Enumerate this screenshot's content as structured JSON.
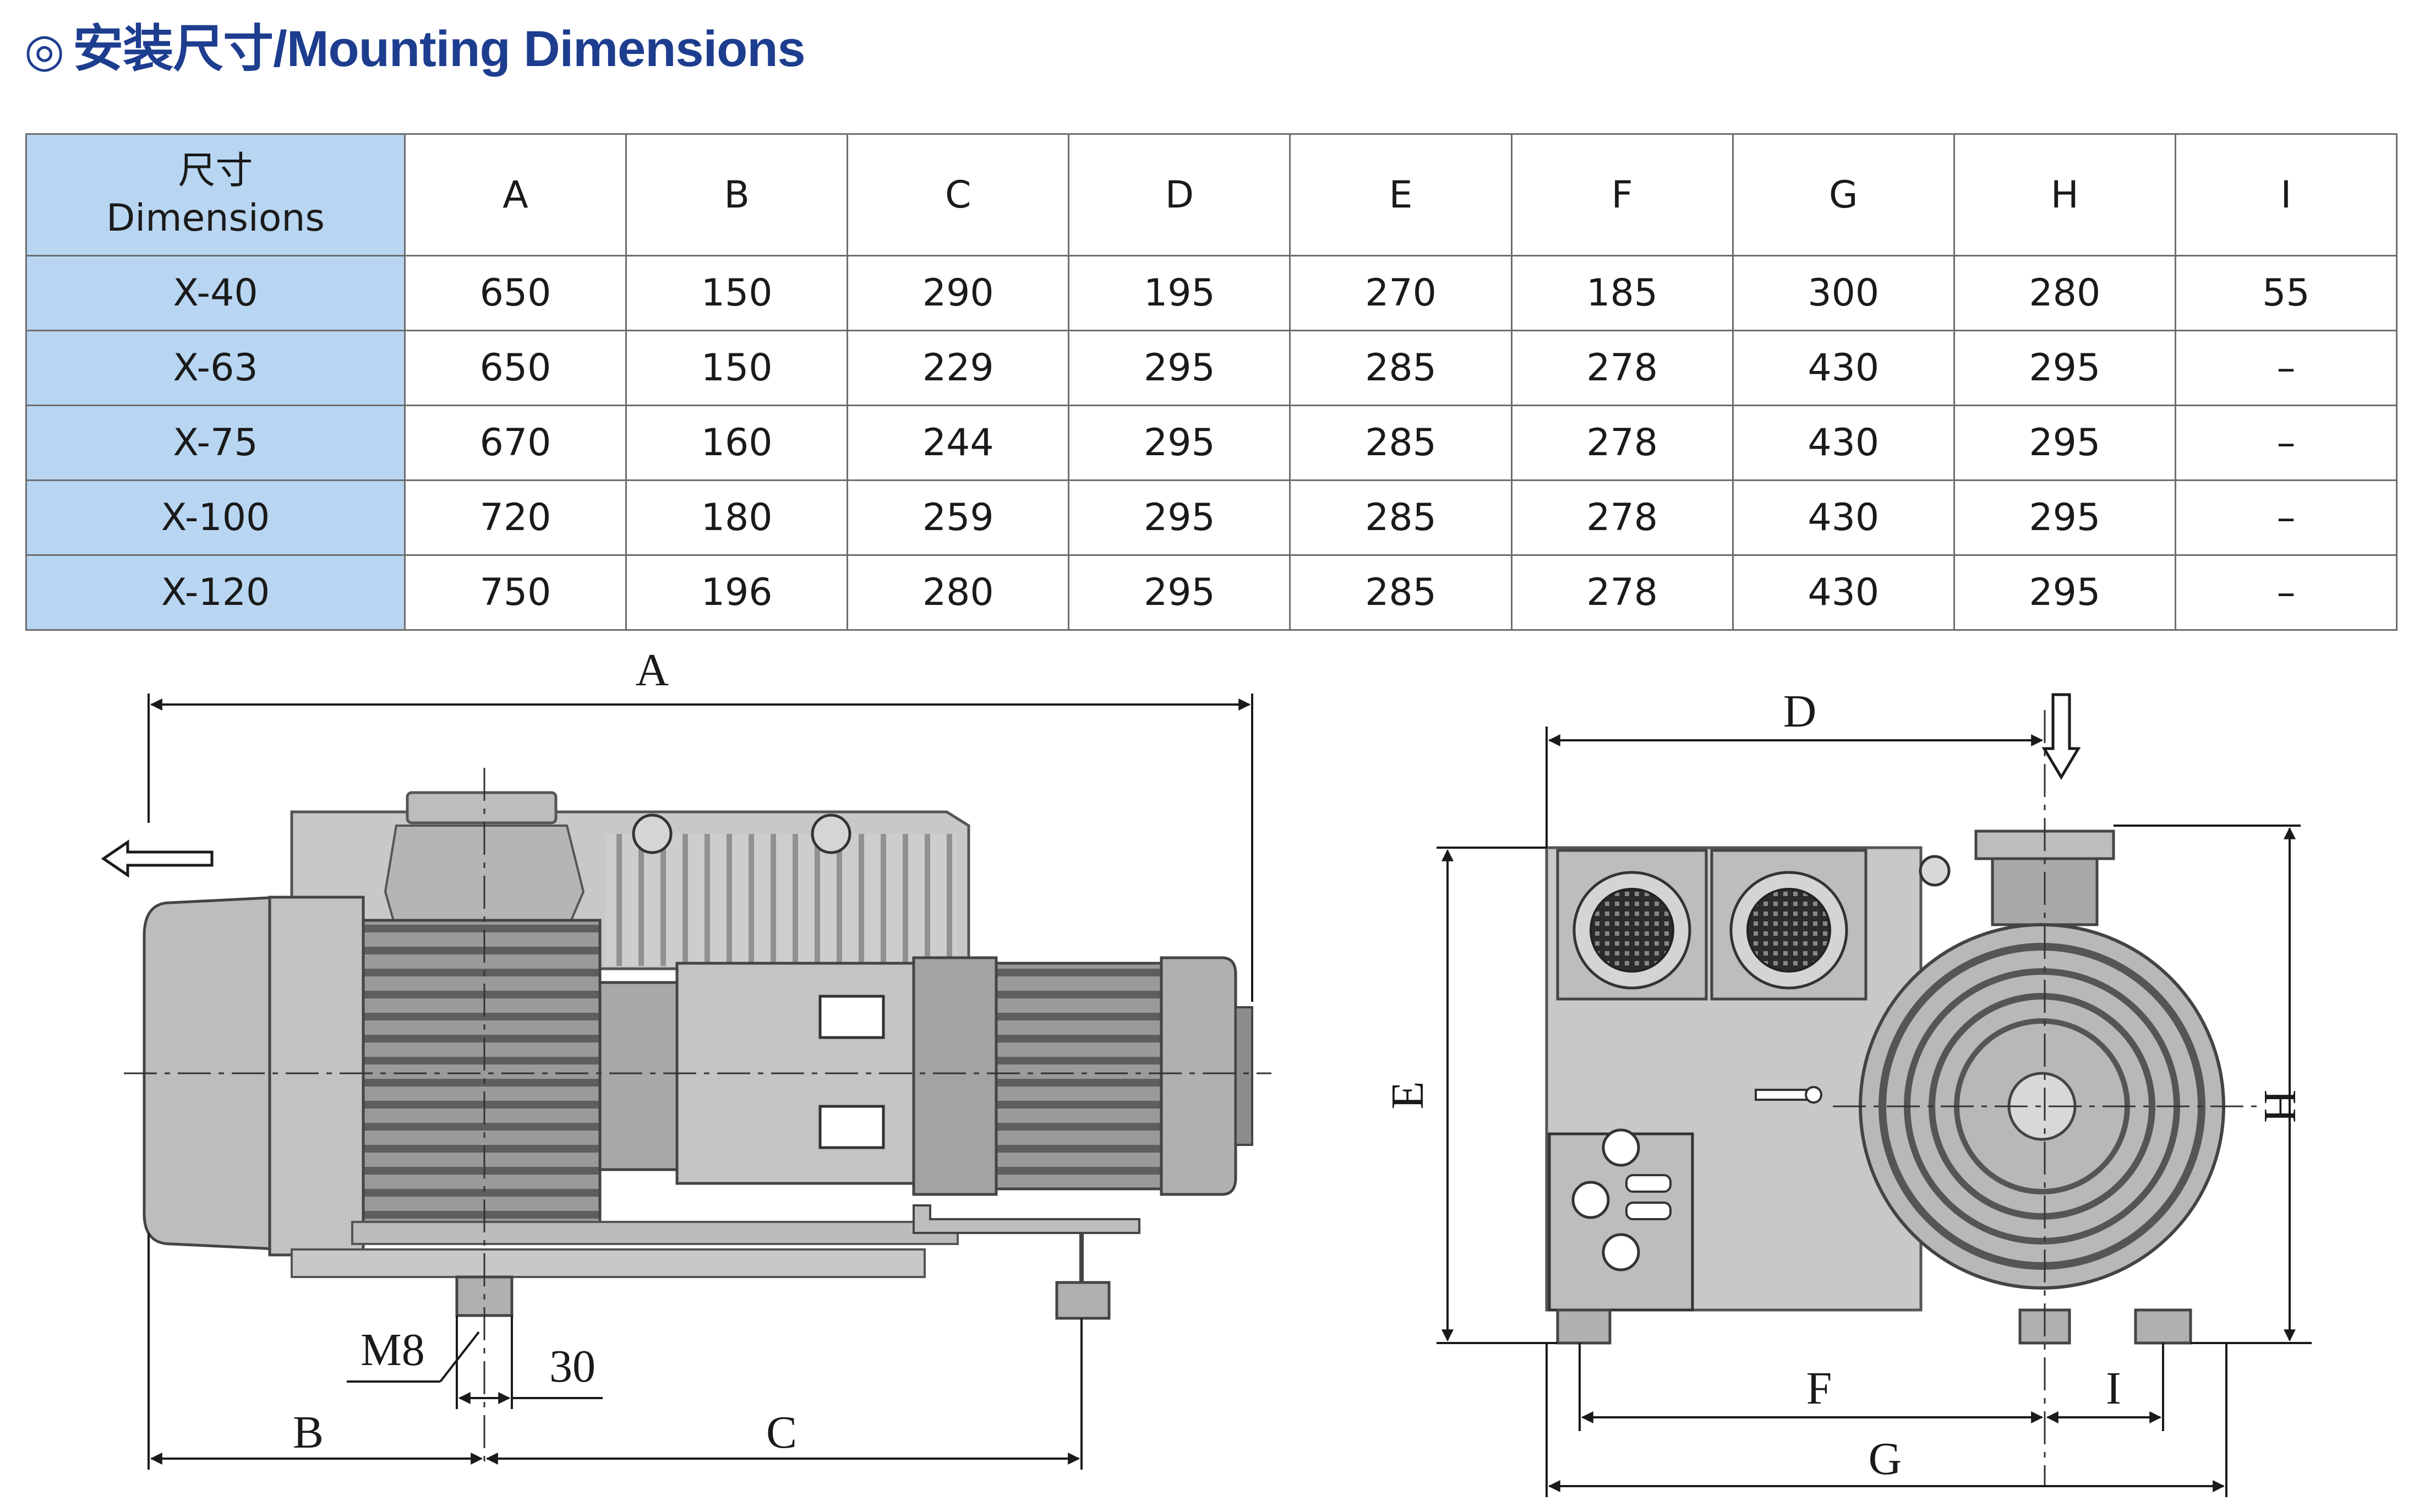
{
  "title": "安装尺寸/Mounting Dimensions",
  "title_mark": "◎",
  "table": {
    "header_cn": "尺寸",
    "header_en": "Dimensions",
    "columns": [
      "A",
      "B",
      "C",
      "D",
      "E",
      "F",
      "G",
      "H",
      "I"
    ],
    "rows": [
      {
        "model": "X-40",
        "values": [
          "650",
          "150",
          "290",
          "195",
          "270",
          "185",
          "300",
          "280",
          "55"
        ]
      },
      {
        "model": "X-63",
        "values": [
          "650",
          "150",
          "229",
          "295",
          "285",
          "278",
          "430",
          "295",
          "–"
        ]
      },
      {
        "model": "X-75",
        "values": [
          "670",
          "160",
          "244",
          "295",
          "285",
          "278",
          "430",
          "295",
          "–"
        ]
      },
      {
        "model": "X-100",
        "values": [
          "720",
          "180",
          "259",
          "295",
          "285",
          "278",
          "430",
          "295",
          "–"
        ]
      },
      {
        "model": "X-120",
        "values": [
          "750",
          "196",
          "280",
          "295",
          "285",
          "278",
          "430",
          "295",
          "–"
        ]
      }
    ]
  },
  "side_view": {
    "labels": {
      "A": "A",
      "B": "B",
      "C": "C",
      "bolt": "M8",
      "offset": "30"
    }
  },
  "end_view": {
    "labels": {
      "D": "D",
      "E": "E",
      "F": "F",
      "G": "G",
      "H": "H",
      "I": "I"
    }
  },
  "colors": {
    "title": "#1d3d8f",
    "header_fill": "#b8d6f2",
    "grid": "#6e6e6e",
    "pump_body": "#c8c8c8",
    "pump_dark": "#8f8f8f",
    "line": "#1a1a1a"
  }
}
